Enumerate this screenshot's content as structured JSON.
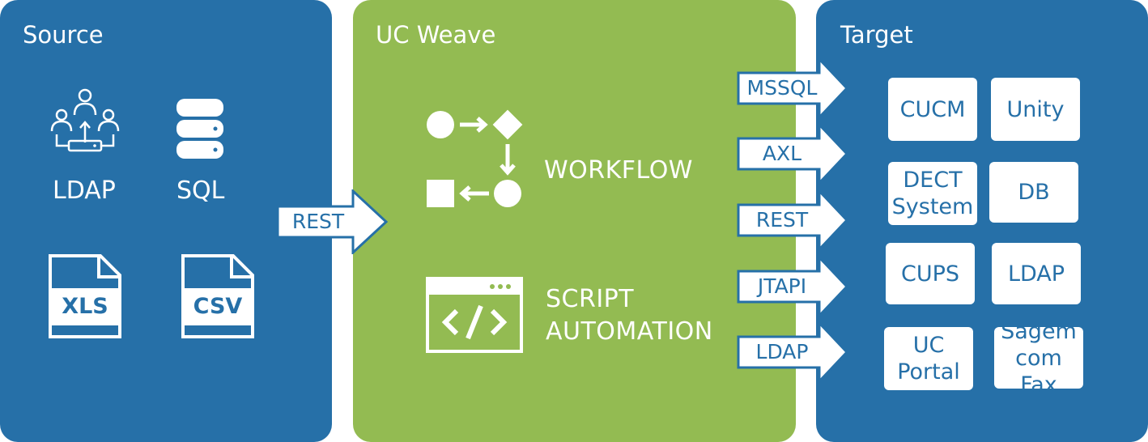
{
  "source": {
    "title": "Source",
    "items": [
      {
        "label": "LDAP",
        "icon": "org-chart-icon"
      },
      {
        "label": "SQL",
        "icon": "database-icon"
      },
      {
        "label": "XLS",
        "icon": "xls-file-icon"
      },
      {
        "label": "CSV",
        "icon": "csv-file-icon"
      }
    ]
  },
  "source_arrow": {
    "label": "REST"
  },
  "weave": {
    "title": "UC Weave",
    "workflow_label": "WORKFLOW",
    "script_label_line1": "SCRIPT",
    "script_label_line2": "AUTOMATION"
  },
  "target_arrows": [
    "MSSQL",
    "AXL",
    "REST",
    "JTAPI",
    "LDAP"
  ],
  "target": {
    "title": "Target",
    "systems": [
      {
        "line1": "CUCM",
        "line2": ""
      },
      {
        "line1": "Unity",
        "line2": ""
      },
      {
        "line1": "DECT",
        "line2": "System"
      },
      {
        "line1": "DB",
        "line2": ""
      },
      {
        "line1": "CUPS",
        "line2": ""
      },
      {
        "line1": "LDAP",
        "line2": ""
      },
      {
        "line1": "UC",
        "line2": "Portal"
      },
      {
        "line1": "Sagem",
        "line2": "com Fax"
      }
    ]
  },
  "colors": {
    "blue_panel": "#2670a8",
    "green_panel": "#93bb52",
    "white": "#ffffff"
  }
}
